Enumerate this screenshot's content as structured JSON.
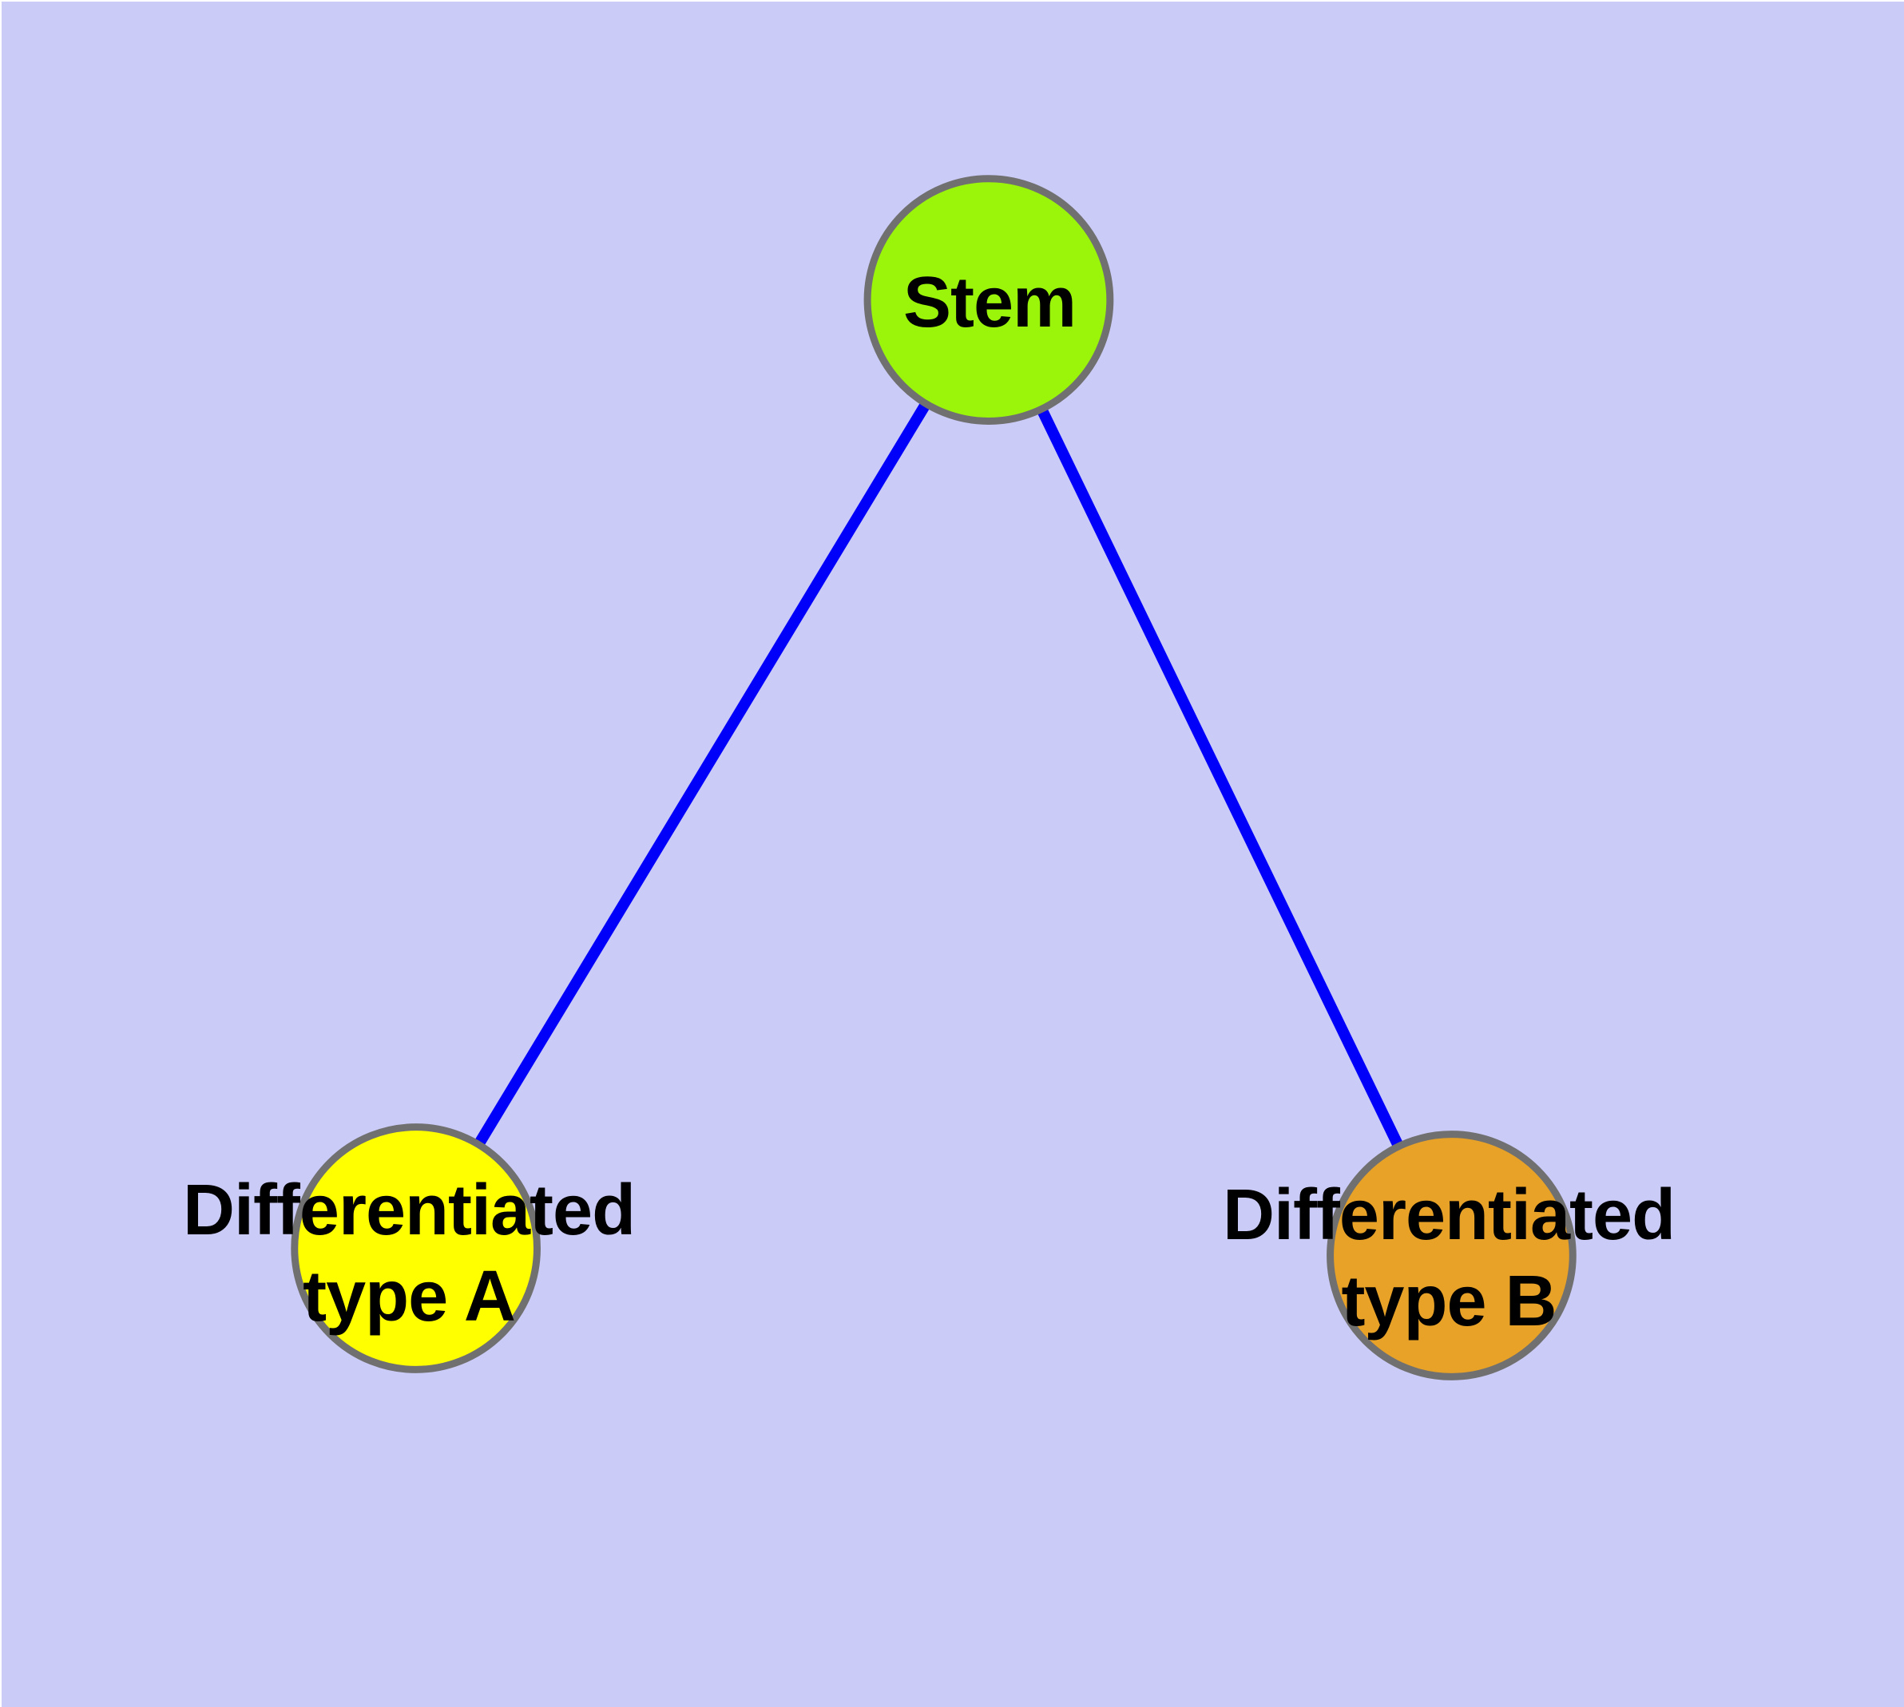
{
  "diagram": {
    "type": "node-link-graph",
    "colors": {
      "background": "#CBCBF7",
      "edge": "#0000FA",
      "node_border": "#707070",
      "label": "#000000"
    },
    "nodes": [
      {
        "id": "stem",
        "label": "Stem",
        "fill": "#9AF50A"
      },
      {
        "id": "type-a",
        "label": "Differentiated\ntype A",
        "fill": "#FFFF00"
      },
      {
        "id": "type-b",
        "label": "Differentiated\ntype B",
        "fill": "#E8A227"
      }
    ],
    "edges": [
      {
        "from": "Stem",
        "to": "Differentiated type A"
      },
      {
        "from": "Stem",
        "to": "Differentiated type B"
      }
    ]
  }
}
